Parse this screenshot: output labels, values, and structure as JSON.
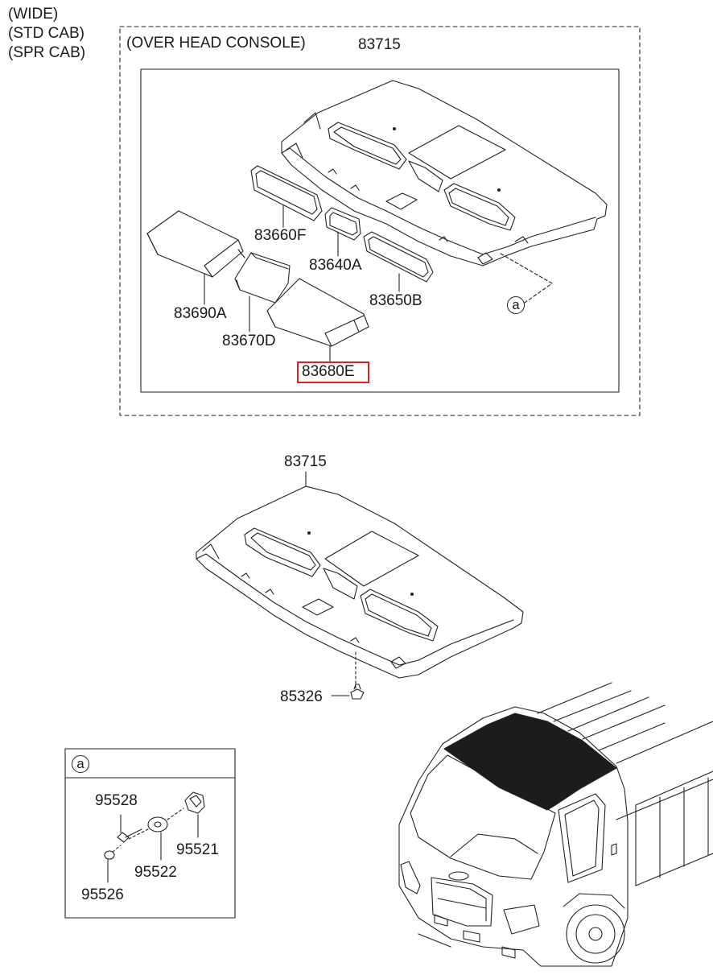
{
  "variant_labels": [
    "(WIDE)",
    "(STD CAB)",
    "(SPR CAB)"
  ],
  "console_group_title": "(OVER HEAD CONSOLE)",
  "parts": {
    "headlining_top": "83715",
    "headlining_bottom": "83715",
    "p83660F": "83660F",
    "p83640A": "83640A",
    "p83650B": "83650B",
    "p83690A": "83690A",
    "p83670D": "83670D",
    "p83680E": "83680E",
    "p85326": "85326",
    "p95528": "95528",
    "p95521": "95521",
    "p95522": "95522",
    "p95526": "95526"
  },
  "ref_marker": "a",
  "highlighted_part": "83680E",
  "colors": {
    "line": "#222222",
    "highlight": "#e02020",
    "roof_fill": "#1c1c1c"
  }
}
